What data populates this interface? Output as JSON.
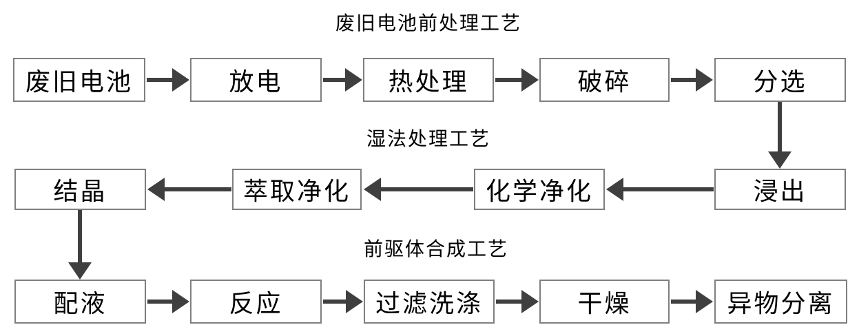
{
  "diagram": {
    "type": "flowchart",
    "sections": [
      {
        "title": "废旧电池前处理工艺",
        "flow_direction": "left-to-right",
        "nodes": [
          "废旧电池",
          "放电",
          "热处理",
          "破碎",
          "分选"
        ]
      },
      {
        "title": "湿法处理工艺",
        "flow_direction": "right-to-left",
        "nodes": [
          "浸出",
          "化学净化",
          "萃取净化",
          "结晶"
        ]
      },
      {
        "title": "前驱体合成工艺",
        "flow_direction": "left-to-right",
        "nodes": [
          "配液",
          "反应",
          "过滤洗涤",
          "干燥",
          "异物分离"
        ]
      }
    ],
    "connectors": [
      {
        "from": "分选",
        "to": "浸出",
        "direction": "down"
      },
      {
        "from": "结晶",
        "to": "配液",
        "direction": "down"
      }
    ],
    "colors": {
      "background": "#ffffff",
      "box_border": "#7f7f7f",
      "arrow": "#3f3f3f",
      "text": "#000000"
    }
  }
}
